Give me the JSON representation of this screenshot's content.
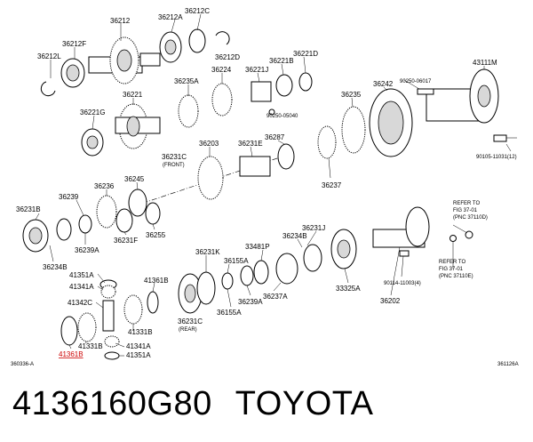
{
  "caption": {
    "part_number": "4136160G80",
    "brand": "TOYOTA"
  },
  "highlight_color": "#cc0000",
  "diagram_codes": {
    "left": "360336-A",
    "right": "361126A"
  },
  "callouts": {
    "c36212": "36212",
    "c36212A": "36212A",
    "c36212C": "36212C",
    "c36212L": "36212L",
    "c36212F": "36212F",
    "c36212D": "36212D",
    "c36224": "36224",
    "c36221J": "36221J",
    "c36221B": "36221B",
    "c36221D": "36221D",
    "c36221": "36221",
    "c36235A": "36235A",
    "c36221G": "36221G",
    "c90250_05040": "90250-05040",
    "c36203": "36203",
    "c36231E": "36231E",
    "c36287": "36287",
    "c36231C_front": "36231C",
    "front_note": "(FRONT)",
    "c36235": "36235",
    "c36242": "36242",
    "c90250_06017": "90250-06017",
    "c43111M": "43111M",
    "c90105": "90105-11031(12)",
    "c36237": "36237",
    "c36236": "36236",
    "c36245": "36245",
    "c36239": "36239",
    "c36231B": "36231B",
    "c36239A": "36239A",
    "c36231F": "36231F",
    "c36255": "36255",
    "c36234B_left": "36234B",
    "c36231J": "36231J",
    "c36234B_mid": "36234B",
    "c33481P": "33481P",
    "c36231K": "36231K",
    "c36155A": "36155A",
    "c36239A_b": "36239A",
    "c36237A": "36237A",
    "c36155A_b": "36155A",
    "c33325A": "33325A",
    "c90114": "90114-11003(4)",
    "c36202": "36202",
    "ref1_a": "REFER TO",
    "ref1_b": "FIG 37-01",
    "ref1_c": "(PNC 37110D)",
    "ref2_a": "REFER TO",
    "ref2_b": "FIG 37-01",
    "ref2_c": "(PNC 37110E)",
    "c41351A_top": "41351A",
    "c41341A_top": "41341A",
    "c41342C": "41342C",
    "c41361B": "41361B",
    "c41331B_right": "41331B",
    "c36231C_rear": "36231C",
    "rear_note": "(REAR)",
    "c41331B_left": "41331B",
    "c41341A_bot": "41341A",
    "c41361B_hl": "41361B",
    "c41351A_bot": "41351A"
  }
}
